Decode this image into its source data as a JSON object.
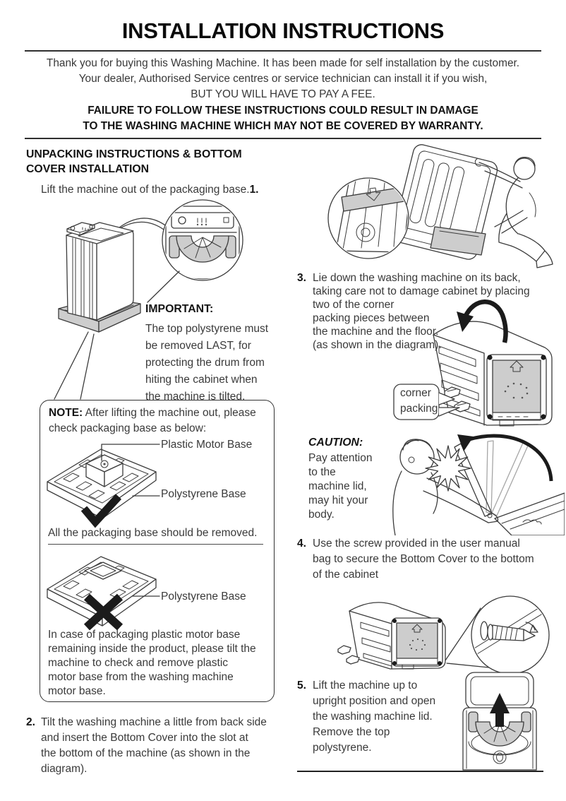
{
  "header": {
    "title": "INSTALLATION INSTRUCTIONS",
    "intro_lines": [
      "Thank you for buying this Washing Machine. It has been made for self installation by the customer.",
      "Your dealer, Authorised Service centres or service technician can install it if you wish,",
      "BUT YOU WILL HAVE TO PAY A FEE."
    ],
    "warning_lines": [
      "FAILURE TO FOLLOW THESE INSTRUCTIONS COULD RESULT IN DAMAGE",
      "TO THE WASHING MACHINE WHICH MAY NOT BE COVERED BY WARRANTY."
    ]
  },
  "left_column": {
    "section_heading_lines": [
      "UNPACKING INSTRUCTIONS & BOTTOM",
      "COVER INSTALLATION"
    ],
    "step1": {
      "text": "Lift the machine out of the packaging base.",
      "number": "1."
    },
    "important": {
      "heading": "IMPORTANT:",
      "lines": [
        "The top polystyrene must",
        "be removed LAST, for",
        "protecting the drum from",
        "hiting the cabinet when",
        "the machine is tilted."
      ]
    },
    "note_box": {
      "label": "NOTE:",
      "intro_line1": " After lifting the machine out, please",
      "intro_line2": "check packaging base as below:",
      "plastic_motor_base_label": "Plastic Motor Base",
      "polystyrene_base_label": "Polystyrene Base",
      "all_removed_text": "All the packaging base should be removed.",
      "polystyrene_base_label_2": "Polystyrene Base",
      "case_lines": [
        "In case of packaging plastic motor base",
        "remaining inside the product, please tilt the",
        "machine to check and remove plastic",
        "motor base from the washing machine",
        "motor base."
      ]
    },
    "step2": {
      "number": "2.",
      "lines": [
        "Tilt the washing machine a little from back side",
        "and insert the Bottom Cover into the slot at",
        "the bottom of the machine (as shown in the",
        "diagram)."
      ]
    }
  },
  "right_column": {
    "step3": {
      "number": "3.",
      "lines": [
        "Lie down the washing machine on its back,",
        "taking care not to damage cabinet by placing",
        "two of the corner",
        "packing pieces between",
        "the machine and the floor.",
        "(as shown in the diagram)."
      ],
      "corner_packing_label_lines": [
        "corner",
        "packing"
      ]
    },
    "caution": {
      "heading": "CAUTION:",
      "lines": [
        "Pay attention",
        "to the",
        "machine lid,",
        "may hit your",
        "body."
      ]
    },
    "step4": {
      "number": "4.",
      "lines": [
        "Use the screw provided in the user manual",
        "bag to secure the Bottom Cover to the bottom",
        "of the cabinet"
      ]
    },
    "step5": {
      "number": "5.",
      "lines": [
        "Lift the machine up to",
        "upright position and open",
        "the washing machine lid.",
        "Remove the top",
        "polystyrene."
      ]
    }
  }
}
